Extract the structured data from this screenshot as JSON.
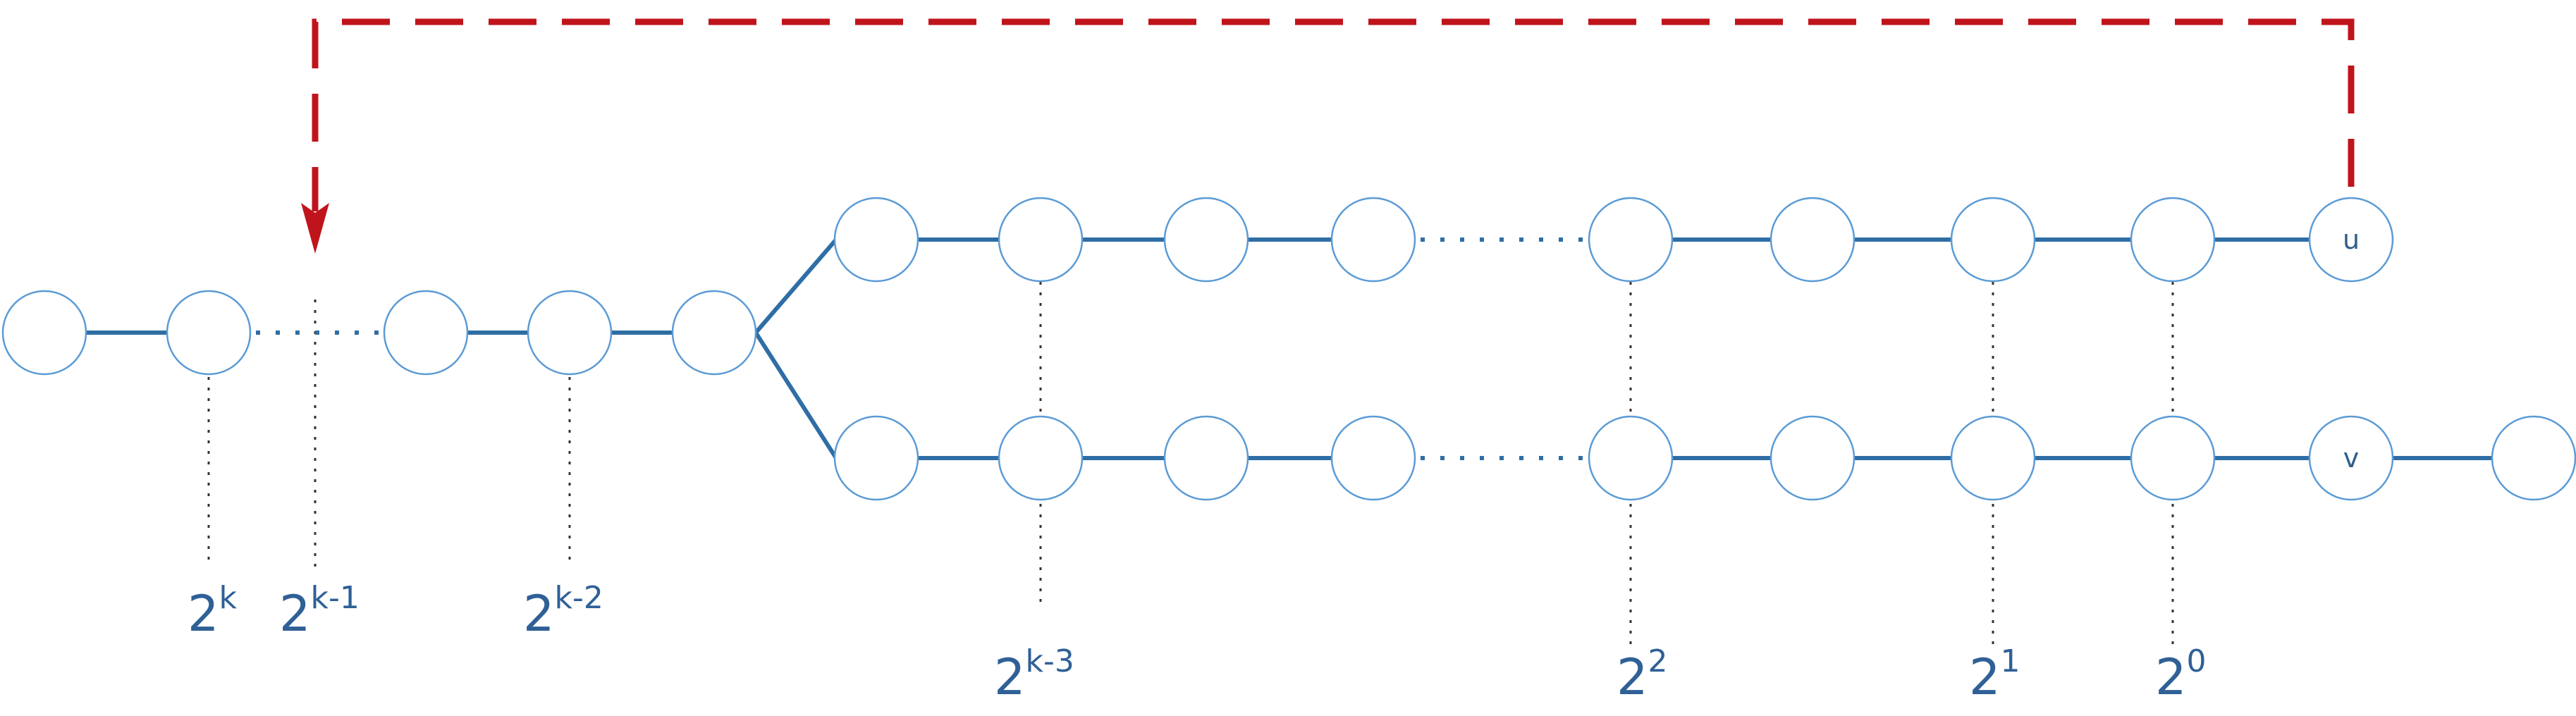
{
  "diagram": {
    "node_labels": {
      "u": "u",
      "v": "v"
    },
    "level_labels": [
      {
        "base": "2",
        "exp": "k"
      },
      {
        "base": "2",
        "exp": "k-1"
      },
      {
        "base": "2",
        "exp": "k-2"
      },
      {
        "base": "2",
        "exp": "k-3"
      },
      {
        "base": "2",
        "exp": "2"
      },
      {
        "base": "2",
        "exp": "1"
      },
      {
        "base": "2",
        "exp": "0"
      }
    ],
    "colors": {
      "edge": "#2f6ea5",
      "node_outline": "#5b9bd5",
      "label": "#2f6096",
      "arrow": "#c0141c"
    }
  }
}
